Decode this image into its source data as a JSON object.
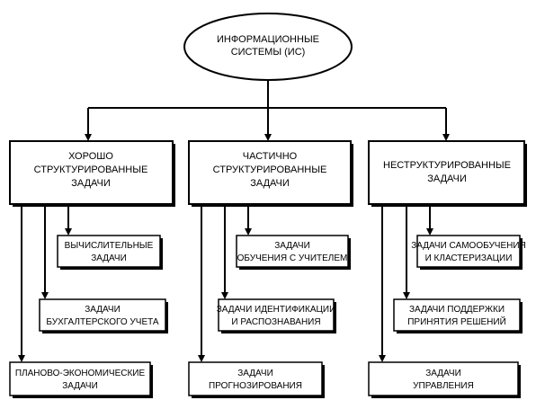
{
  "diagram": {
    "root": {
      "lines": [
        "ИНФОРМАЦИОННЫЕ",
        "СИСТЕМЫ (ИС)"
      ]
    },
    "categories": [
      {
        "lines": [
          "ХОРОШО",
          "СТРУКТУРИРОВАННЫЕ",
          "ЗАДАЧИ"
        ],
        "children": [
          {
            "lines": [
              "ВЫЧИСЛИТЕЛЬНЫЕ",
              "ЗАДАЧИ"
            ]
          },
          {
            "lines": [
              "ЗАДАЧИ",
              "БУХГАЛТЕРСКОГО УЧЕТА"
            ]
          },
          {
            "lines": [
              "ПЛАНОВО-ЭКОНОМИЧЕСКИЕ",
              "ЗАДАЧИ"
            ]
          }
        ]
      },
      {
        "lines": [
          "ЧАСТИЧНО",
          "СТРУКТУРИРОВАННЫЕ",
          "ЗАДАЧИ"
        ],
        "children": [
          {
            "lines": [
              "ЗАДАЧИ",
              "ОБУЧЕНИЯ С УЧИТЕЛЕМ"
            ]
          },
          {
            "lines": [
              "ЗАДАЧИ ИДЕНТИФИКАЦИИ",
              "И РАСПОЗНАВАНИЯ"
            ]
          },
          {
            "lines": [
              "ЗАДАЧИ",
              "ПРОГНОЗИРОВАНИЯ"
            ]
          }
        ]
      },
      {
        "lines": [
          "НЕСТРУКТУРИРОВАННЫЕ",
          "ЗАДАЧИ"
        ],
        "children": [
          {
            "lines": [
              "ЗАДАЧИ САМООБУЧЕНИЯ",
              "И КЛАСТЕРИЗАЦИИ"
            ]
          },
          {
            "lines": [
              "ЗАДАЧИ ПОДДЕРЖКИ",
              "ПРИНЯТИЯ РЕШЕНИЙ"
            ]
          },
          {
            "lines": [
              "ЗАДАЧИ",
              "УПРАВЛЕНИЯ"
            ]
          }
        ]
      }
    ]
  }
}
